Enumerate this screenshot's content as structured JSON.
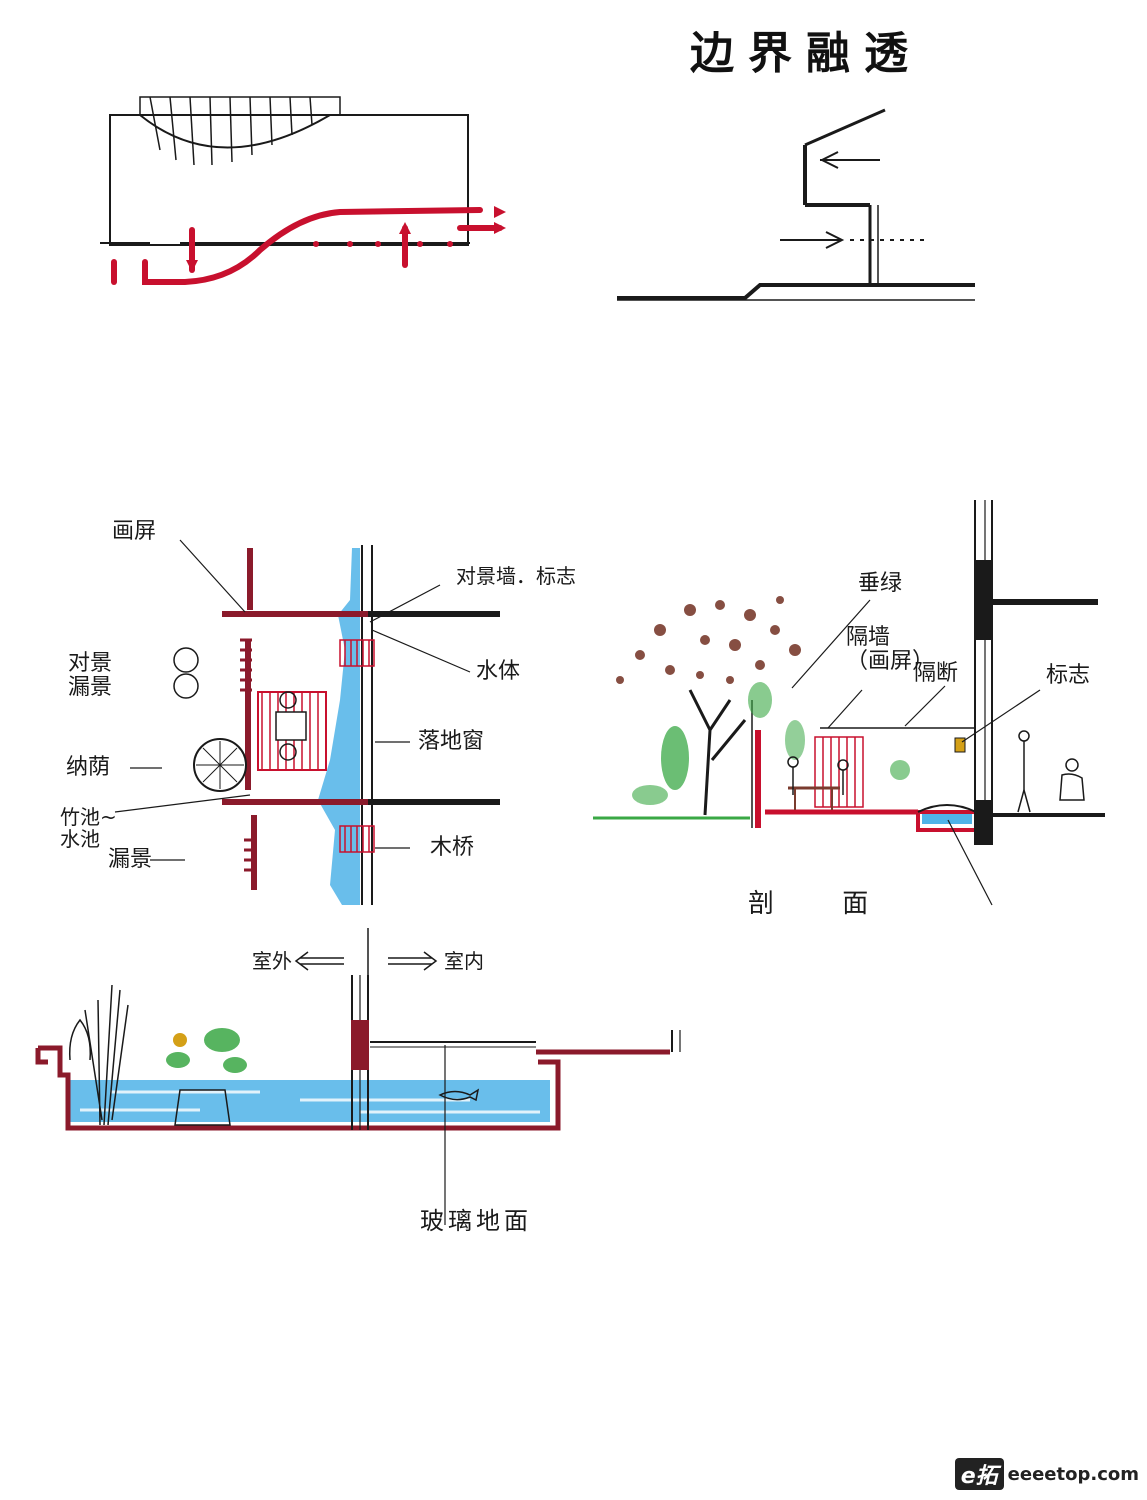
{
  "title": "边界融透",
  "plan_labels": {
    "screen": "画屏",
    "view_leak": "对景\n漏景",
    "borrow": "纳荫",
    "bamboo_pool": "竹池~\n水池",
    "leak_view": "漏景",
    "opposite_wall": "对景墙．标志",
    "water": "水体",
    "window": "落地窗",
    "bridge": "木桥",
    "outdoor": "室外",
    "indoor": "室内"
  },
  "section_labels": {
    "vertical_green": "垂绿",
    "partition_wall": "隔墙\n（画屏）",
    "partition": "隔断",
    "sign": "标志",
    "caption": "剖 面"
  },
  "bottom_labels": {
    "glass_floor": "玻璃地面"
  },
  "watermark": {
    "logo": "e拓",
    "site": "eeeetop.com"
  },
  "colors": {
    "ink": "#1a1a1a",
    "red": "#c8102e",
    "maroon": "#8b1a2b",
    "water": "#4fb3e8",
    "green": "#3aa845",
    "brown": "#7a3b2e"
  }
}
